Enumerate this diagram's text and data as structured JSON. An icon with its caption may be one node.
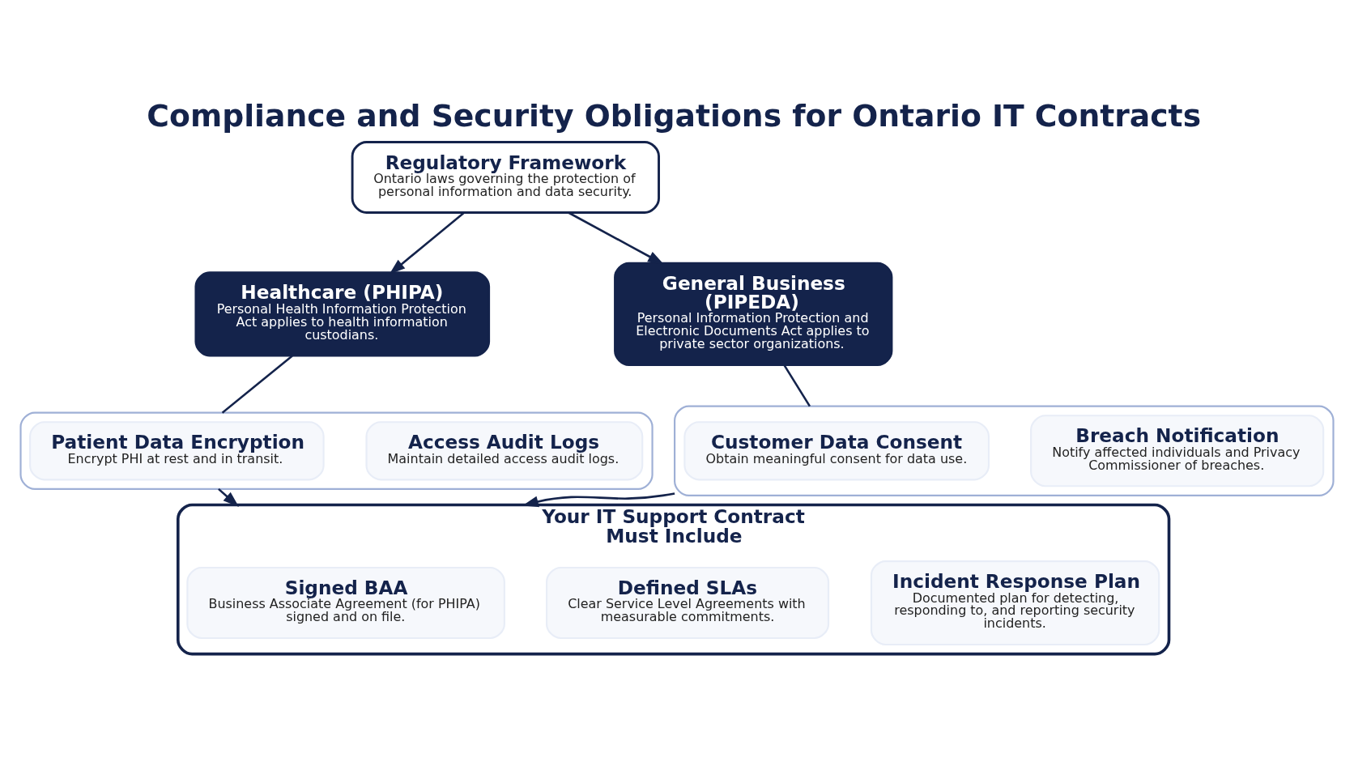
{
  "diagram": {
    "title": "Compliance and Security Obligations for Ontario IT Contracts",
    "nodes": [
      {
        "text": [
          "Regulatory Framework",
          "Ontario laws governing the protection of personal information and data security."
        ]
      },
      {
        "text": [
          "Healthcare (PHIPA)",
          "Personal Health Information Protection Act applies to health information custodians."
        ]
      },
      {
        "text": [],
        "shape": "box"
      },
      {
        "text": [
          "Patient Data Encryption",
          "Encrypt PHI at rest and in transit."
        ],
        "in": 2
      },
      {
        "text": [
          "Access Audit Logs",
          "Maintain detailed access audit logs."
        ],
        "in": 2
      },
      {
        "text": [
          "General Business (PIPEDA)",
          "Personal Information Protection and Electronic Documents Act applies to private sector organizations."
        ]
      },
      {
        "text": [],
        "shape": "box"
      },
      {
        "text": [
          "Customer Data Consent",
          "Obtain meaningful consent for data use."
        ],
        "in": 6
      },
      {
        "text": [
          "Breach Notification",
          "Notify affected individuals and Privacy Commissioner of breaches."
        ],
        "in": 6
      },
      {
        "text": [
          "Your IT Support Contract Must Include"
        ]
      },
      {
        "text": [
          "Signed BAA",
          "Business Associate Agreement (for PHIPA) signed and on file."
        ],
        "in": 9
      },
      {
        "text": [
          "Defined SLAs",
          "Clear Service Level Agreements with measurable commitments."
        ],
        "in": 9
      },
      {
        "text": [
          "Incident Response Plan",
          "Documented plan for detecting, responding to, and reporting security incidents."
        ],
        "in": 9
      }
    ],
    "edges": [
      {
        "from": 0,
        "to": 1,
        "arrow": "to"
      },
      {
        "from": 0,
        "to": 5,
        "arrow": "to"
      },
      {
        "from": 1,
        "to": 2,
        "arrow": "none"
      },
      {
        "from": 5,
        "to": 6,
        "arrow": "none"
      },
      {
        "from": 2,
        "to": 9,
        "arrow": "to"
      },
      {
        "from": 6,
        "to": 9,
        "arrow": "to"
      }
    ]
  }
}
